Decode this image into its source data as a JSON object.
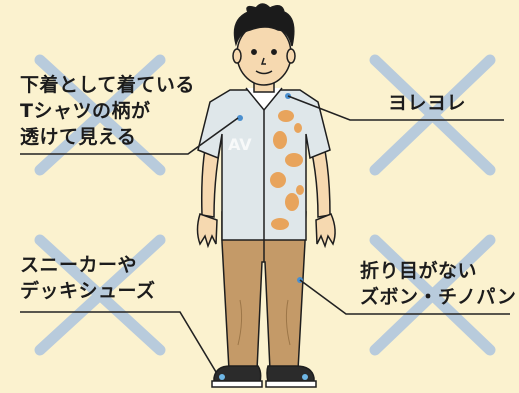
{
  "annotations": {
    "undershirt": {
      "lines": [
        "下着として着ている",
        "Tシャツの柄が",
        "透けて見える"
      ]
    },
    "worn_out": {
      "lines": [
        "ヨレヨレ"
      ]
    },
    "sneakers": {
      "lines": [
        "スニーカーや",
        "デッキシューズ"
      ]
    },
    "unpressed_pants": {
      "lines": [
        "折り目がない",
        "ズボン・チノパン"
      ]
    }
  },
  "colors": {
    "background": "#fbf2cf",
    "cross_mark": "#b8cbdc",
    "shirt": "#dfe7ea",
    "shirt_pattern": "#e8a45c",
    "pants": "#c49a68",
    "skin": "#f6d9b0",
    "hair": "#1b1b1b",
    "leader_line": "#222222"
  },
  "icons": [
    "cross-mark-icon",
    "person-figure-icon"
  ]
}
